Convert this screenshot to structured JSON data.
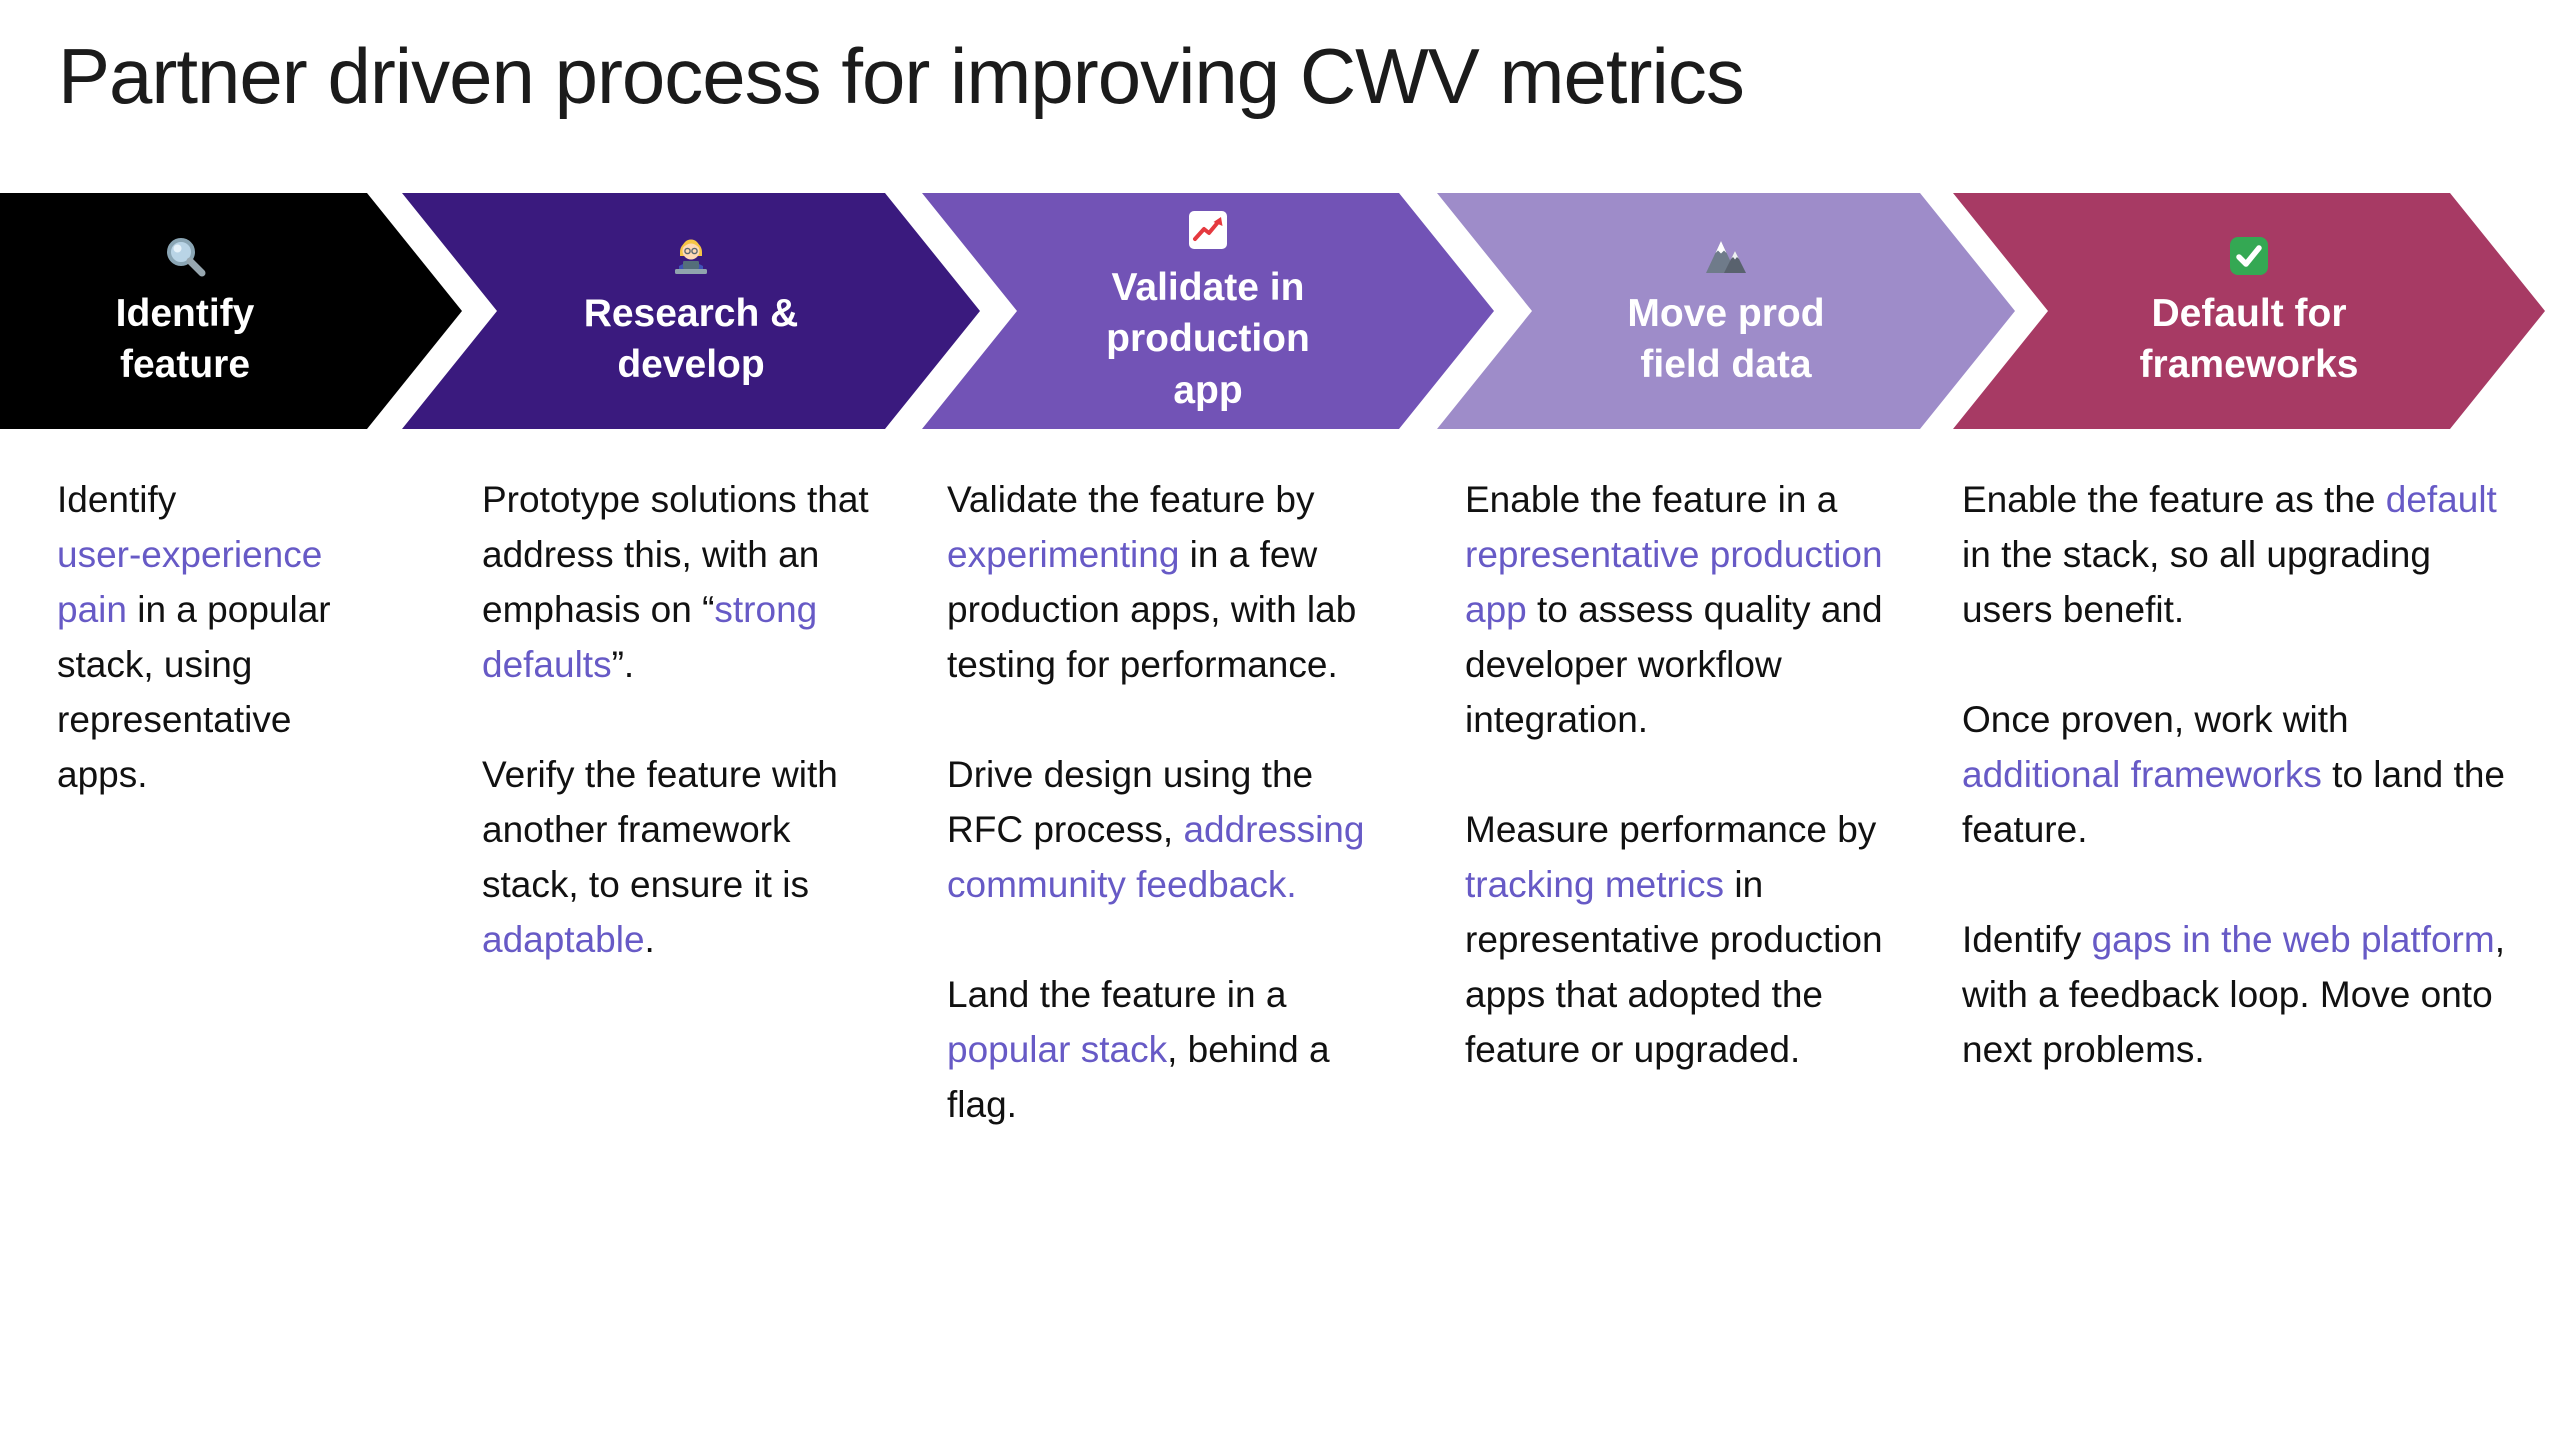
{
  "title": "Partner driven process for improving CWV metrics",
  "link_color": "#675ac6",
  "columns": [
    {
      "chevron": {
        "label": "Identify feature",
        "color": "#000000",
        "icon": "magnifying-glass-icon"
      },
      "paragraphs": [
        [
          {
            "t": "Identify "
          },
          {
            "t": "user‑experience pain",
            "link": true
          },
          {
            "t": " in a popular stack, using representative apps."
          }
        ]
      ]
    },
    {
      "chevron": {
        "label": "Research & develop",
        "color": "#3a1a7e",
        "icon": "technologist-icon"
      },
      "paragraphs": [
        [
          {
            "t": "Prototype solutions that address this, with an emphasis on “"
          },
          {
            "t": "strong defaults",
            "link": true
          },
          {
            "t": "”."
          }
        ],
        [
          {
            "t": "Verify the feature with another framework stack, to ensure it is "
          },
          {
            "t": "adaptable",
            "link": true
          },
          {
            "t": "."
          }
        ]
      ]
    },
    {
      "chevron": {
        "label": "Validate in production app",
        "color": "#7253b6",
        "icon": "chart-increasing-icon"
      },
      "paragraphs": [
        [
          {
            "t": "Validate the feature by "
          },
          {
            "t": "experimenting",
            "link": true
          },
          {
            "t": " in a few production apps, with lab testing for performance."
          }
        ],
        [
          {
            "t": "Drive design using the RFC process, "
          },
          {
            "t": "addressing community feedback.",
            "link": true
          }
        ],
        [
          {
            "t": "Land the feature in a "
          },
          {
            "t": "popular stack",
            "link": true
          },
          {
            "t": ", behind a flag."
          }
        ]
      ]
    },
    {
      "chevron": {
        "label": "Move prod field data",
        "color": "#9e8cc9",
        "icon": "mountain-icon"
      },
      "paragraphs": [
        [
          {
            "t": "Enable the feature in a "
          },
          {
            "t": "representative production app",
            "link": true
          },
          {
            "t": " to assess quality and developer workflow integration."
          }
        ],
        [
          {
            "t": "Measure performance by "
          },
          {
            "t": "tracking metrics",
            "link": true
          },
          {
            "t": " in representative production apps that adopted the feature or upgraded."
          }
        ]
      ]
    },
    {
      "chevron": {
        "label": "Default for frameworks",
        "color": "#a73a64",
        "icon": "check-mark-icon"
      },
      "paragraphs": [
        [
          {
            "t": "Enable the feature as the "
          },
          {
            "t": "default",
            "link": true
          },
          {
            "t": " in the stack, so all upgrading users benefit."
          }
        ],
        [
          {
            "t": "Once proven, work with "
          },
          {
            "t": "additional frameworks",
            "link": true
          },
          {
            "t": " to land the feature."
          }
        ],
        [
          {
            "t": "Identify "
          },
          {
            "t": "gaps in the web platform",
            "link": true
          },
          {
            "t": ", with a feedback loop. Move onto next problems."
          }
        ]
      ]
    }
  ]
}
